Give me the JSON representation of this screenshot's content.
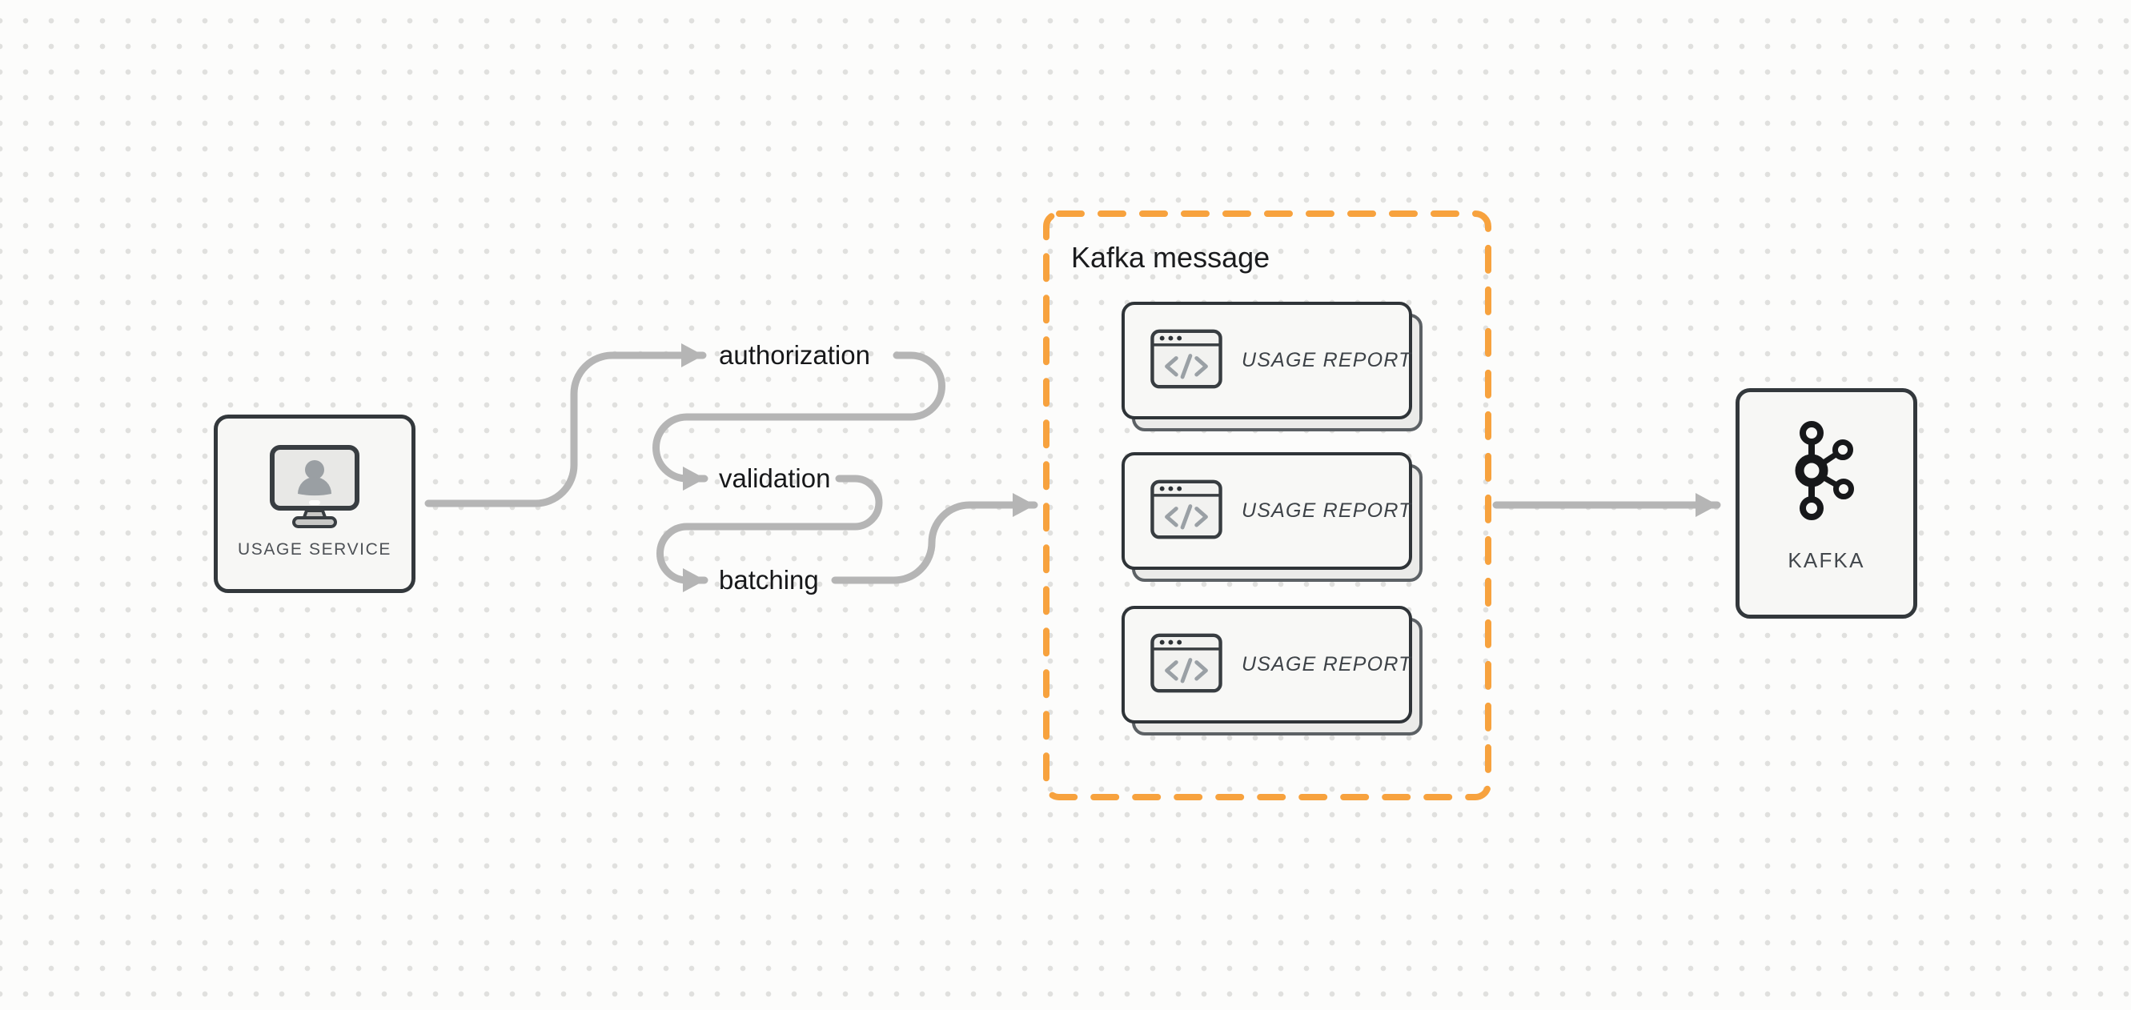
{
  "diagram": {
    "source_node": {
      "label": "USAGE SERVICE",
      "icon": "user-monitor-icon"
    },
    "pipeline_steps": [
      {
        "label": "authorization"
      },
      {
        "label": "validation"
      },
      {
        "label": "batching"
      }
    ],
    "kafka_message_group": {
      "title": "Kafka message",
      "cards": [
        {
          "label": "USAGE REPORT",
          "icon": "code-window-icon"
        },
        {
          "label": "USAGE REPORT",
          "icon": "code-window-icon"
        },
        {
          "label": "USAGE REPORT",
          "icon": "code-window-icon"
        }
      ]
    },
    "sink_node": {
      "label": "KAFKA",
      "icon": "kafka-logo-icon"
    },
    "colors": {
      "canvas_bg": "#FCFCFB",
      "dot_grid": "#E0E0DE",
      "connector_gray": "#B5B5B5",
      "accent_orange": "#F7A23E",
      "shape_border_dark": "#33383C",
      "shape_fill": "#F7F7F5",
      "card_shadow_border": "#5C6165",
      "icon_gray": "#9AA0A5"
    }
  }
}
